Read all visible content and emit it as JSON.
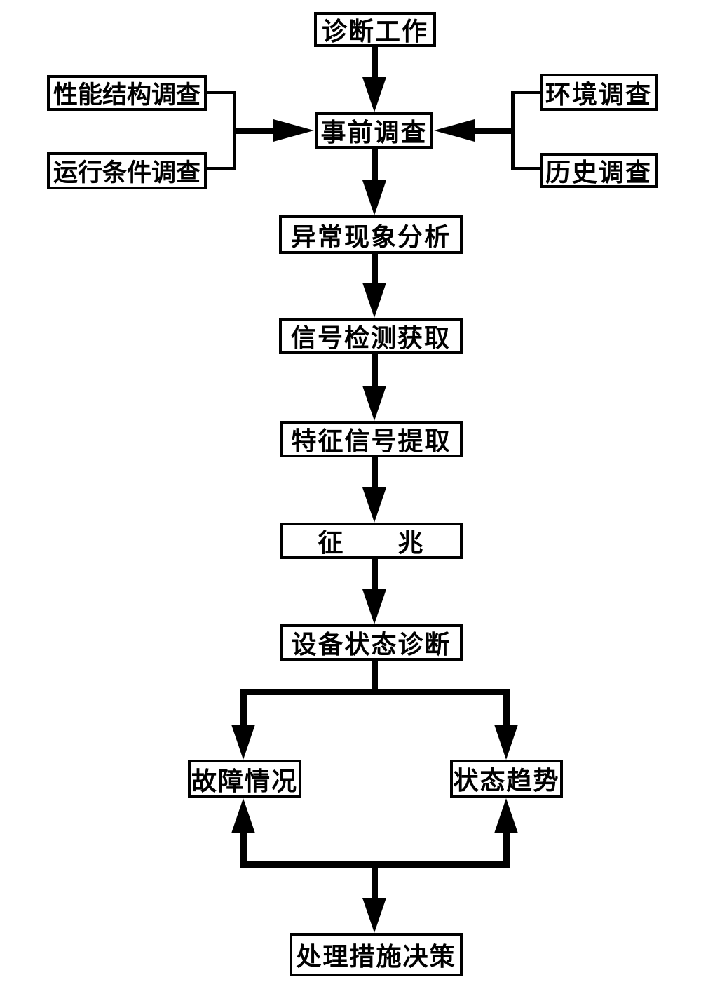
{
  "diagram": {
    "type": "flowchart",
    "background_color": "#ffffff",
    "line_color": "#000000"
  },
  "nodes": {
    "diagnosis_work": {
      "label": "诊断工作"
    },
    "performance_structure_survey": {
      "label": "性能结构调查"
    },
    "operating_condition_survey": {
      "label": "运行条件调查"
    },
    "environment_survey": {
      "label": "环境调查"
    },
    "history_survey": {
      "label": "历史调查"
    },
    "prior_survey": {
      "label": "事前调查"
    },
    "abnormal_phenomenon_analysis": {
      "label": "异常现象分析"
    },
    "signal_detection_acquisition": {
      "label": "信号检测获取"
    },
    "feature_signal_extraction": {
      "label": "特征信号提取"
    },
    "symptom": {
      "label": "征　　兆"
    },
    "equipment_state_diagnosis": {
      "label": "设备状态诊断"
    },
    "fault_situation": {
      "label": "故障情况"
    },
    "state_trend": {
      "label": "状态趋势"
    },
    "treatment_measure_decision": {
      "label": "处理措施决策"
    }
  }
}
